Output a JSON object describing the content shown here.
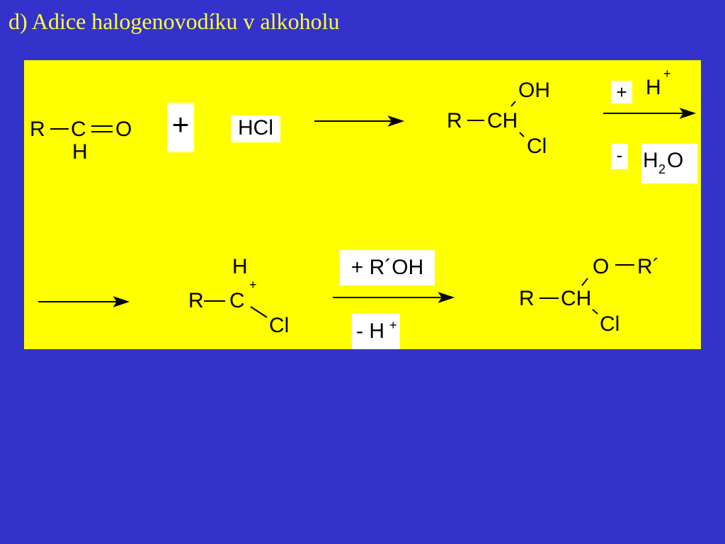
{
  "title": "d) Adice halogenovodíku v alkoholu",
  "colors": {
    "background": "#3333cc",
    "title": "#ffff33",
    "panel": "#ffff00",
    "label_box": "#ffffff"
  },
  "step1": {
    "aldehyde": {
      "r": "R",
      "c": "C",
      "o": "O",
      "h": "H"
    },
    "plus": "+",
    "hcl": "HCl",
    "product": {
      "r": "R",
      "ch": "CH",
      "oh": "OH",
      "cl": "Cl"
    },
    "conditions": {
      "add_sign": "+",
      "add_h": "H",
      "add_charge": "+",
      "remove_sign": "-",
      "remove_h": "H",
      "remove_sub": "2",
      "remove_o": "O"
    }
  },
  "step2": {
    "carbocation": {
      "r": "R",
      "c": "C",
      "h": "H",
      "charge": "+",
      "cl": "Cl"
    },
    "conditions": {
      "add": "+ R´OH",
      "remove": "- H",
      "remove_charge": "+"
    },
    "product": {
      "r": "R",
      "ch": "CH",
      "o": "O",
      "r2": "R´",
      "cl": "Cl"
    }
  }
}
